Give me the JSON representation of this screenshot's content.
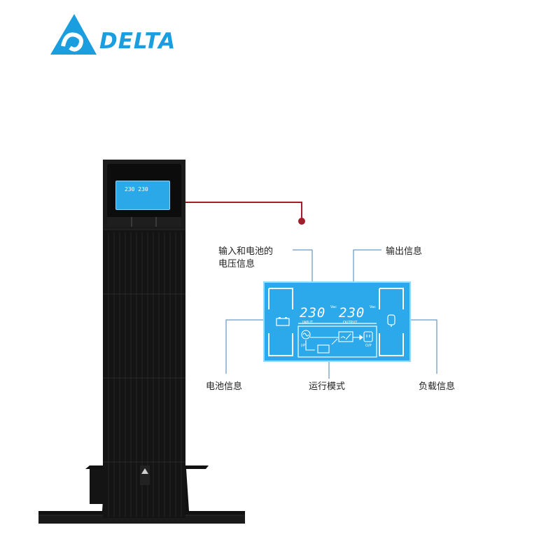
{
  "brand": {
    "name": "DELTA",
    "logo_icon": "delta-triangle-logo",
    "color": "#1a9ee0"
  },
  "device": {
    "mini_display": "230 230",
    "badge_icon": "delta-badge-icon"
  },
  "lcd": {
    "input_voltage": "230",
    "output_voltage": "230",
    "unit": "Vac",
    "input_label": "INPUT",
    "output_label": "OUTPUT",
    "ip_label": "I/P",
    "op_label": "O/P",
    "background": "#2ba9ea",
    "icons": [
      "battery-icon",
      "sine-wave-icon",
      "inverter-icon",
      "outlet-icon",
      "load-icon"
    ]
  },
  "callouts": {
    "voltage_info": "输入和电池的\n电压信息",
    "voltage_line1": "输入和电池的",
    "voltage_line2": "电压信息",
    "output_info": "输出信息",
    "battery_info": "电池信息",
    "mode_info": "运行模式",
    "load_info": "负载信息"
  },
  "colors": {
    "leader_line": "#a11e2a",
    "callout_line": "#4a7fb5",
    "lcd_blue": "#2ba9ea"
  }
}
